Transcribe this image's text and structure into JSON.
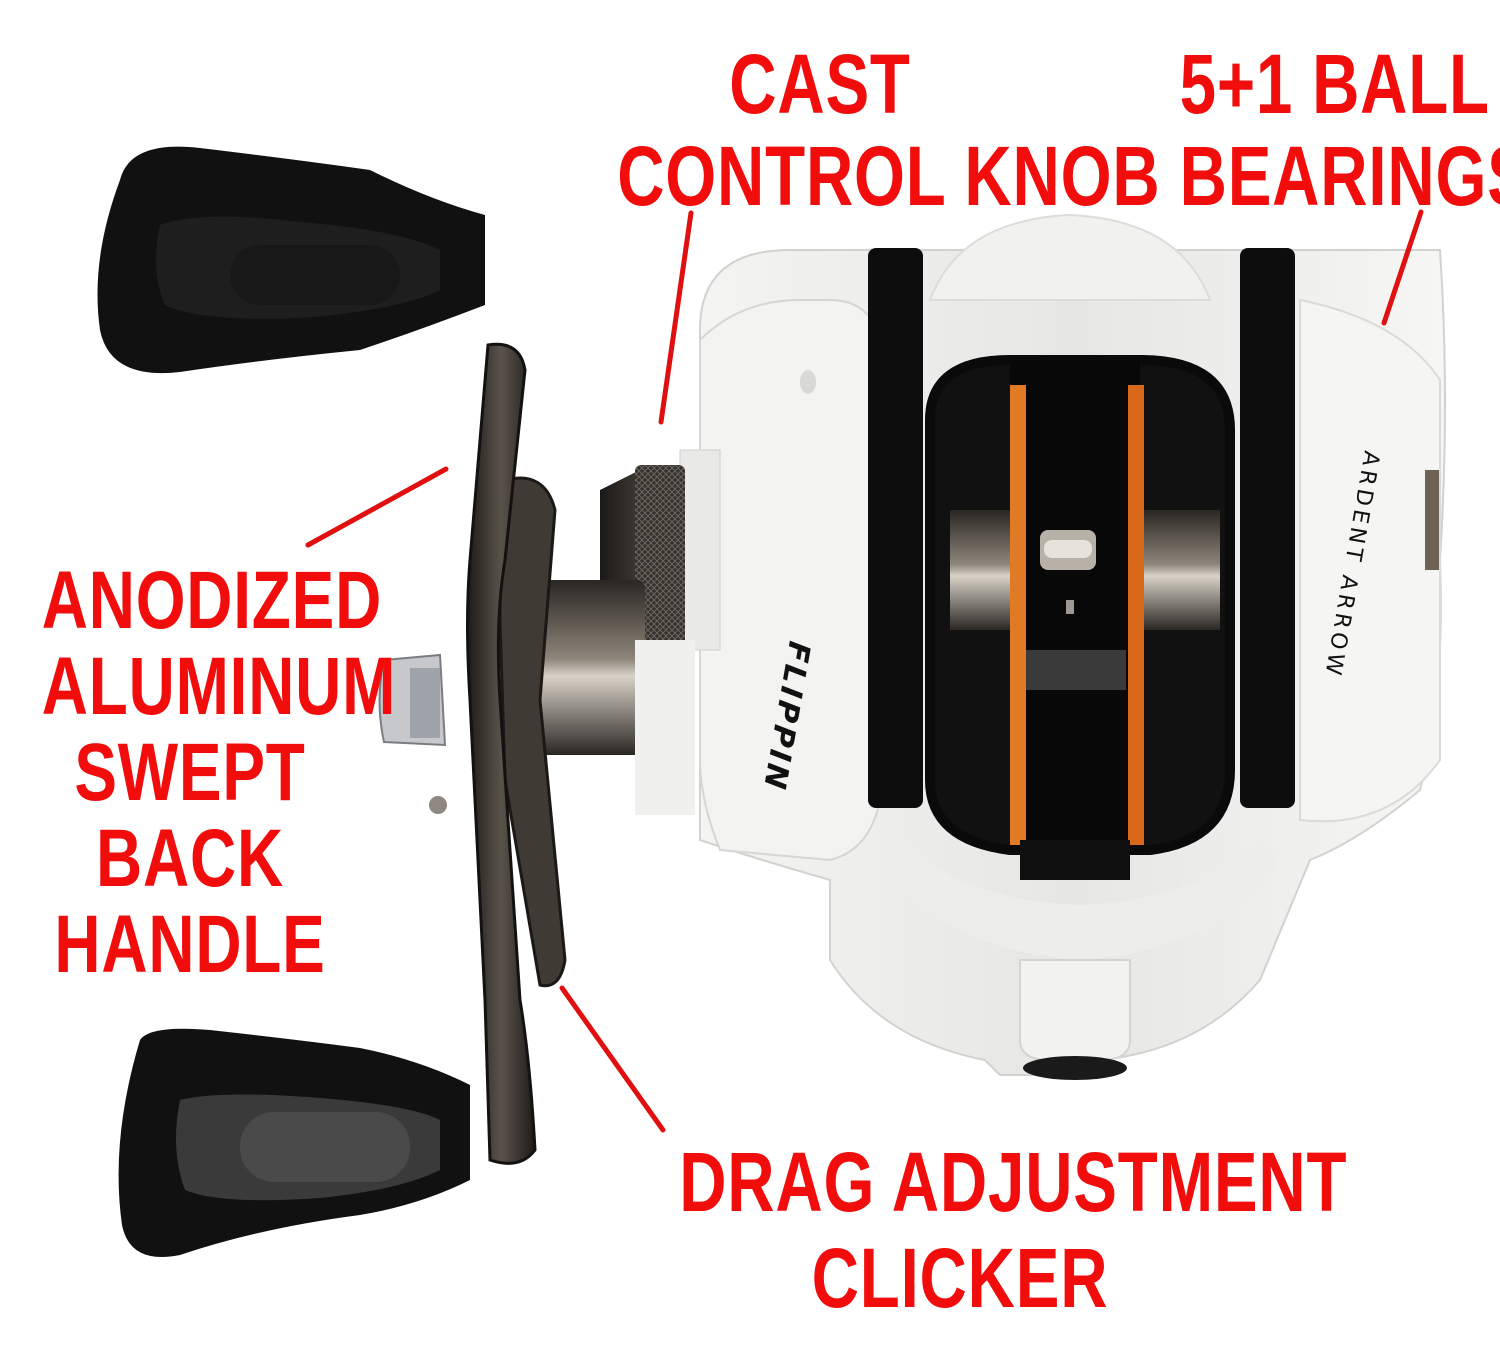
{
  "image": {
    "subject": "Baitcasting fishing reel (white body, black handle)",
    "background": "#ffffff",
    "accent_color": "#f20d0d"
  },
  "reel": {
    "side_plate_logo": "FLIPPIN",
    "frame_logo": "ARDENT ARROW",
    "body_color": "#ececea",
    "frame_color": "#0c0c0c",
    "spool_accent_color": "#e07a24"
  },
  "callouts": [
    {
      "id": "cast-control-knob",
      "lines": [
        "CAST",
        "CONTROL KNOB"
      ]
    },
    {
      "id": "ball-bearings",
      "lines": [
        "5+1 BALL",
        "BEARINGS"
      ]
    },
    {
      "id": "handle",
      "lines": [
        "ANODIZED",
        "ALUMINUM",
        "SWEPT",
        "BACK",
        "HANDLE"
      ]
    },
    {
      "id": "drag-clicker",
      "lines": [
        "DRAG ADJUSTMENT",
        "CLICKER"
      ]
    }
  ]
}
